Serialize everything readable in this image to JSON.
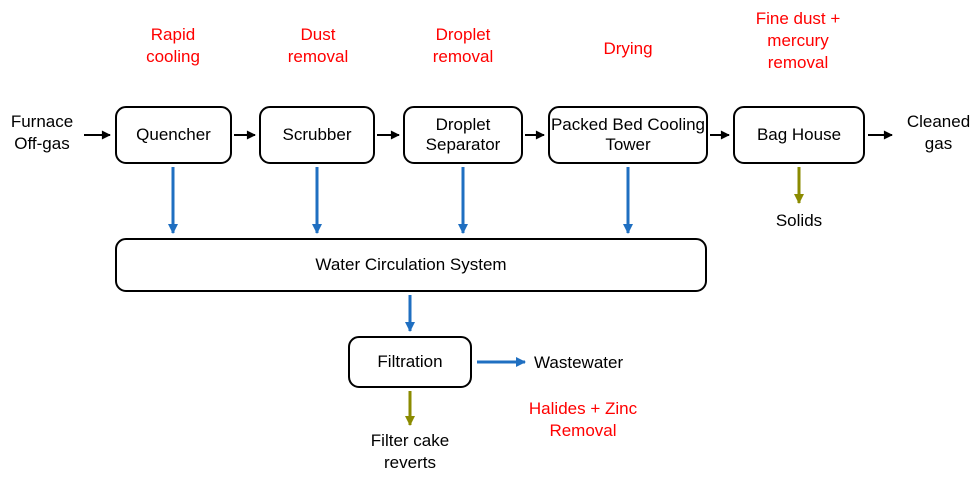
{
  "colors": {
    "red_label": "#FF0000",
    "blue_arrow": "#1F6FC1",
    "olive_arrow": "#8B8B00",
    "box_border": "#000000"
  },
  "stage_labels": {
    "rapid_cooling": "Rapid cooling",
    "dust_removal": "Dust removal",
    "droplet_removal": "Droplet removal",
    "drying": "Drying",
    "fine_dust": "Fine dust + mercury removal"
  },
  "flow": {
    "input": "Furnace Off-gas",
    "output": "Cleaned gas",
    "boxes": [
      "Quencher",
      "Scrubber",
      "Droplet Separator",
      "Packed Bed Cooling Tower",
      "Bag House"
    ]
  },
  "water_system": "Water Circulation System",
  "filtration": "Filtration",
  "outputs": {
    "solids": "Solids",
    "wastewater": "Wastewater",
    "filter_cake": "Filter cake reverts"
  },
  "notes": {
    "halides": "Halides + Zinc Removal"
  }
}
